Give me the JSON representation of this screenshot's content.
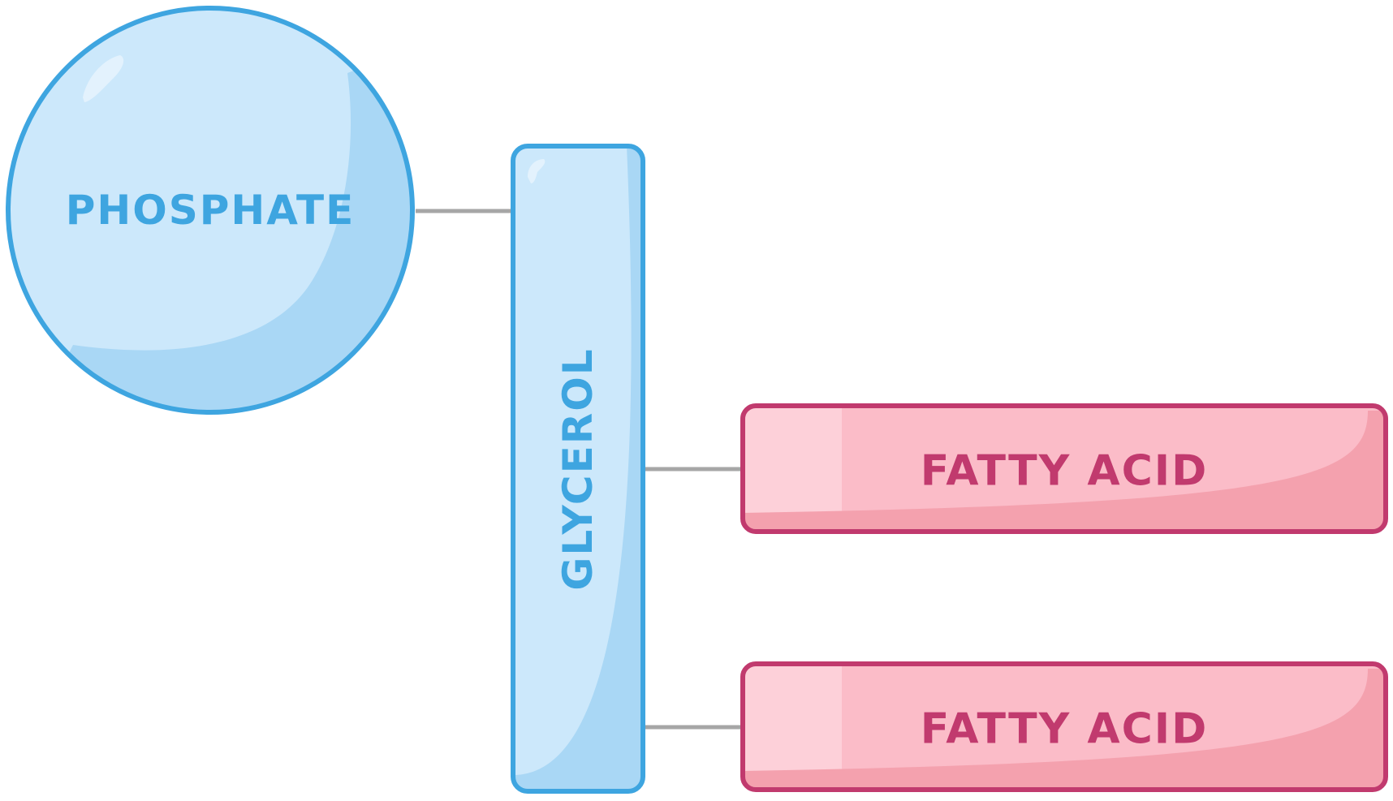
{
  "phosphate": {
    "label": "PHOSPHATE",
    "fill_color": "#cce8fb",
    "shade_color": "#a9d7f5",
    "stroke_color": "#3ea5e0",
    "text_color": "#3ea5e0"
  },
  "glycerol": {
    "label": "GLYCEROL",
    "fill_color": "#cce8fb",
    "shade_color": "#a9d7f5",
    "stroke_color": "#3ea5e0",
    "text_color": "#3ea5e0"
  },
  "fatty_acids": [
    {
      "label": "FATTY ACID"
    },
    {
      "label": "FATTY ACID"
    }
  ],
  "fatty_acid_style": {
    "fill_color": "#fbbcc8",
    "highlight_color": "#fdd0d9",
    "shade_color": "#f4a1ae",
    "stroke_color": "#c13a6e",
    "text_color": "#c13a6e"
  },
  "connector_color": "#a6a6a6"
}
